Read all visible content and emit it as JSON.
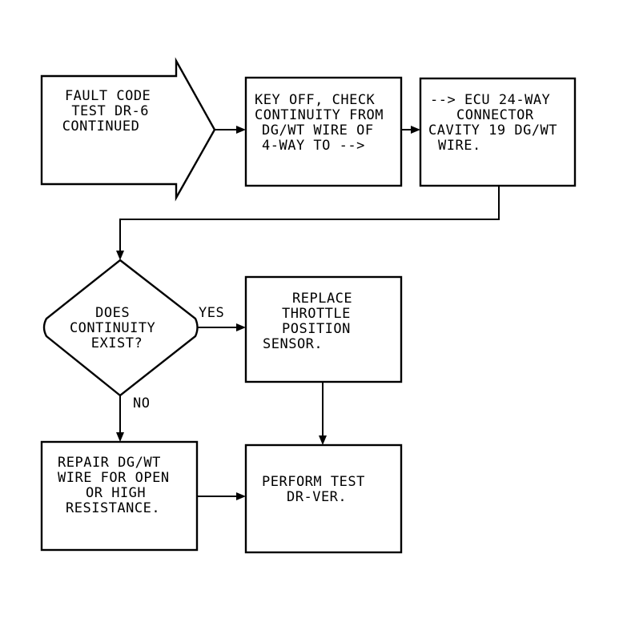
{
  "colors": {
    "ink": "#000000",
    "paper": "#ffffff"
  },
  "nodes": {
    "start": {
      "lines": [
        "FAULT CODE",
        "TEST DR-6",
        "CONTINUED"
      ]
    },
    "check_continuity": {
      "lines": [
        "KEY OFF, CHECK",
        "CONTINUITY FROM",
        "DG/WT WIRE OF",
        "4-WAY TO -->"
      ]
    },
    "ecu_connector": {
      "lines": [
        "--> ECU 24-WAY",
        "CONNECTOR",
        "CAVITY 19 DG/WT",
        "WIRE."
      ]
    },
    "decision": {
      "lines": [
        "DOES",
        "CONTINUITY",
        "EXIST?"
      ]
    },
    "replace_sensor": {
      "lines": [
        "REPLACE",
        "THROTTLE",
        "POSITION",
        "SENSOR."
      ]
    },
    "repair_wire": {
      "lines": [
        "REPAIR DG/WT",
        "WIRE FOR OPEN",
        "OR HIGH",
        "RESISTANCE."
      ]
    },
    "perform_test": {
      "lines": [
        "PERFORM TEST",
        "DR-VER."
      ]
    }
  },
  "edges": {
    "yes_label": "YES",
    "no_label": "NO"
  }
}
